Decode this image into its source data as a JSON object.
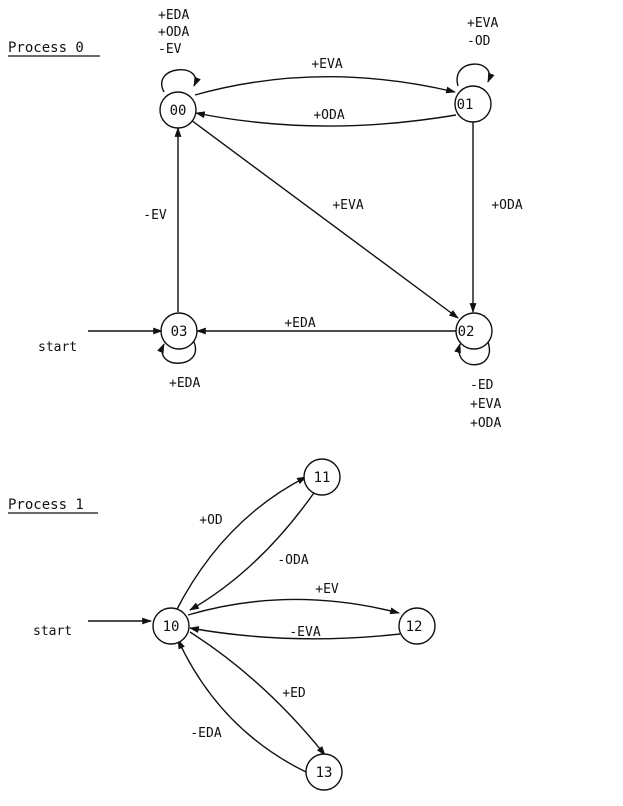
{
  "process0": {
    "title": "Process 0",
    "start_label": "start",
    "states": {
      "s00": "00",
      "s01": "01",
      "s02": "02",
      "s03": "03"
    },
    "labels": {
      "loop00": [
        "+EDA",
        "+ODA",
        "-EV"
      ],
      "loop01": [
        "+EVA",
        "-OD"
      ],
      "loop02": [
        "-ED",
        "+EVA",
        "+ODA"
      ],
      "loop03": [
        "+EDA"
      ],
      "e00_01": "+EVA",
      "e01_00": "+ODA",
      "e00_02": "+EVA",
      "e01_02": "+ODA",
      "e02_03": "+EDA",
      "e03_00": "-EV"
    }
  },
  "process1": {
    "title": "Process 1",
    "start_label": "start",
    "states": {
      "s10": "10",
      "s11": "11",
      "s12": "12",
      "s13": "13"
    },
    "labels": {
      "e10_11": "+OD",
      "e11_10": "-ODA",
      "e10_12": "+EV",
      "e12_10": "-EVA",
      "e10_13": "+ED",
      "e13_10": "-EDA"
    }
  }
}
